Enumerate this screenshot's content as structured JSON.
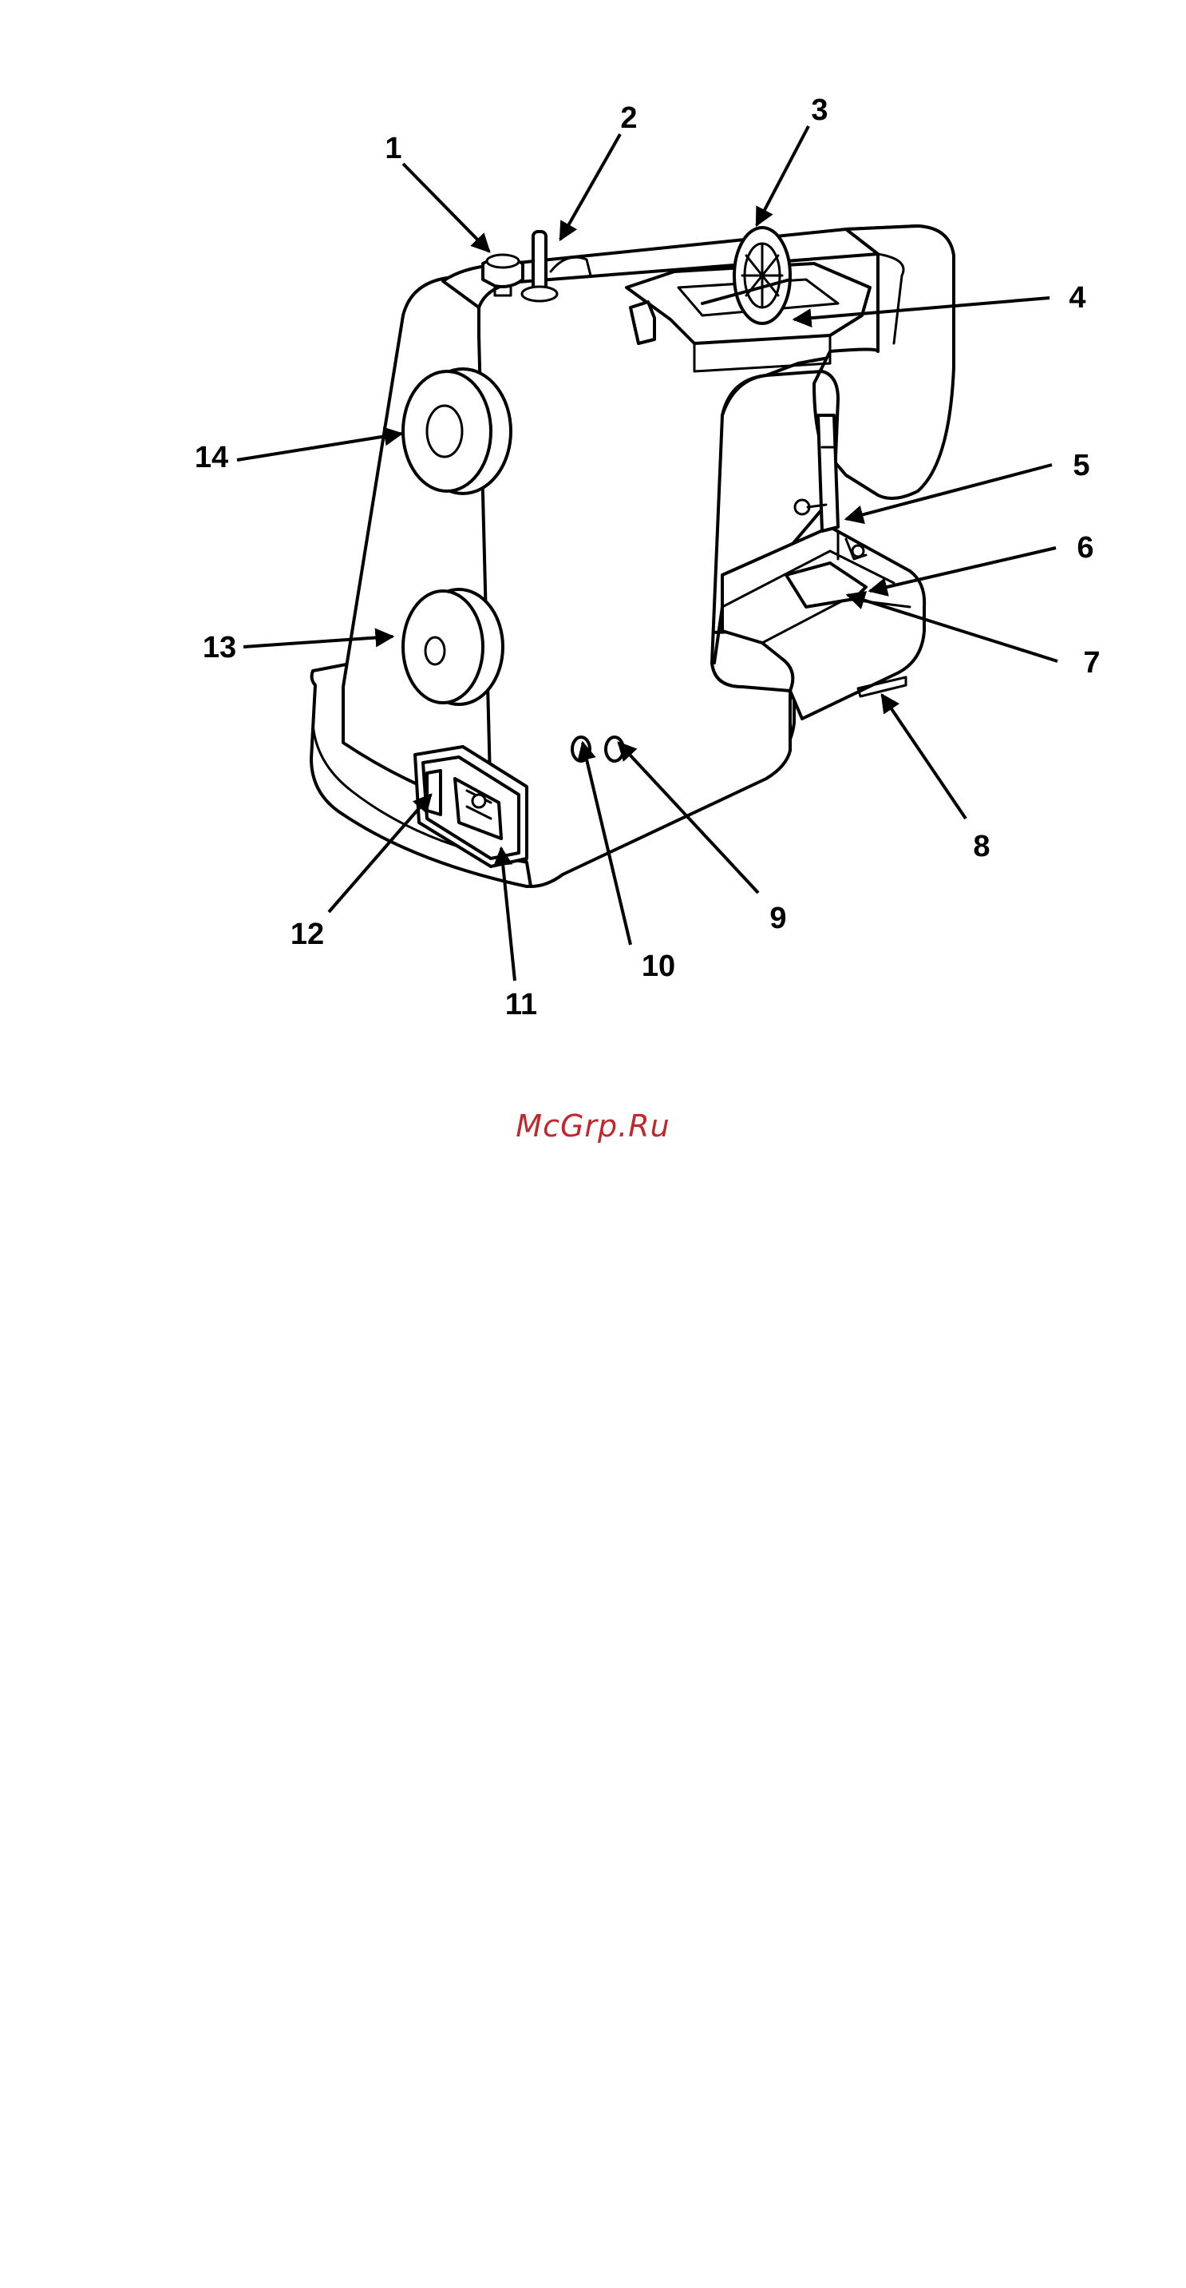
{
  "diagram": {
    "callouts": [
      "1",
      "2",
      "3",
      "4",
      "5",
      "6",
      "7",
      "8",
      "9",
      "10",
      "11",
      "12",
      "13",
      "14"
    ]
  },
  "watermark": {
    "text": "McGrp.Ru",
    "color": "#c0282d"
  }
}
